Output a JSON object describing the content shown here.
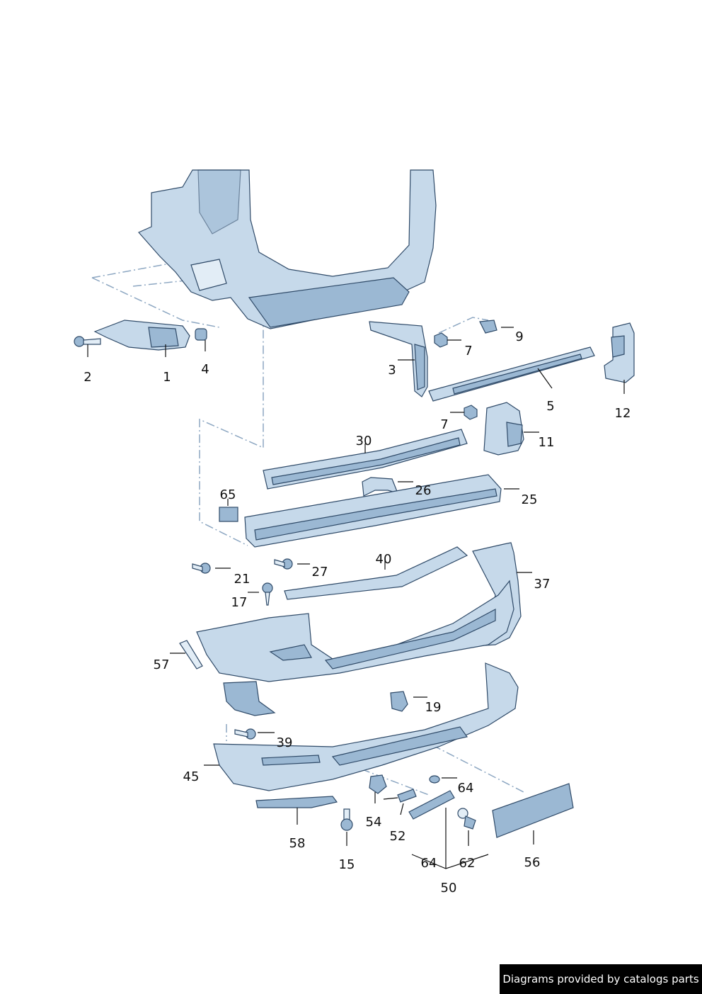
{
  "callouts": {
    "p1": "1",
    "p2": "2",
    "p3": "3",
    "p4": "4",
    "p5": "5",
    "p7a": "7",
    "p7b": "7",
    "p9": "9",
    "p11": "11",
    "p12": "12",
    "p15": "15",
    "p17": "17",
    "p19": "19",
    "p21": "21",
    "p25": "25",
    "p26": "26",
    "p27": "27",
    "p30": "30",
    "p37": "37",
    "p39": "39",
    "p40": "40",
    "p45": "45",
    "p50": "50",
    "p52": "52",
    "p54": "54",
    "p56": "56",
    "p57": "57",
    "p58": "58",
    "p62": "62",
    "p64a": "64",
    "p64b": "64",
    "p65": "65"
  },
  "banner": {
    "text": "Diagrams provided by catalogs parts"
  },
  "colors": {
    "part_fill": "#c6d9ea",
    "part_shade": "#9bb8d3",
    "outline": "#2f4a68",
    "dash": "#8da7c2"
  }
}
